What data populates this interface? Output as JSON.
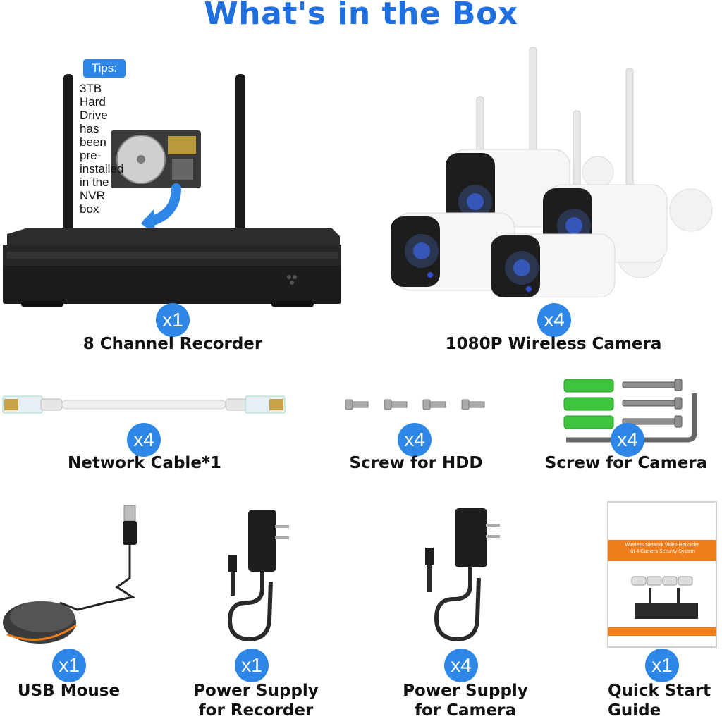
{
  "title": "What's in the Box",
  "tips": {
    "badge": "Tips:",
    "lines": [
      "3TB Hard Drive",
      "has been pre-installed",
      "in the NVR box"
    ]
  },
  "items": [
    {
      "qty": "x1",
      "label": "8 Channel Recorder"
    },
    {
      "qty": "x4",
      "label": "1080P Wireless Camera"
    },
    {
      "qty": "x4",
      "label": "Network Cable*1"
    },
    {
      "qty": "x4",
      "label": "Screw for HDD"
    },
    {
      "qty": "x4",
      "label": "Screw for Camera"
    },
    {
      "qty": "x1",
      "label": "USB Mouse"
    },
    {
      "qty": "x1",
      "label_line1": "Power Supply",
      "label_line2": "for Recorder"
    },
    {
      "qty": "x4",
      "label_line1": "Power Supply",
      "label_line2": "for Camera"
    },
    {
      "qty": "x1",
      "label_line1": "Quick Start",
      "label_line2": "Guide"
    }
  ],
  "guide_cover": {
    "line1": "Wireless Network Video Recorder",
    "line2": "Kit 4 Camera Security System"
  },
  "colors": {
    "title": "#1f6fe0",
    "badge": "#2e86e6",
    "guide_accent": "#f07d1c",
    "anchor_green": "#3fc43f"
  }
}
